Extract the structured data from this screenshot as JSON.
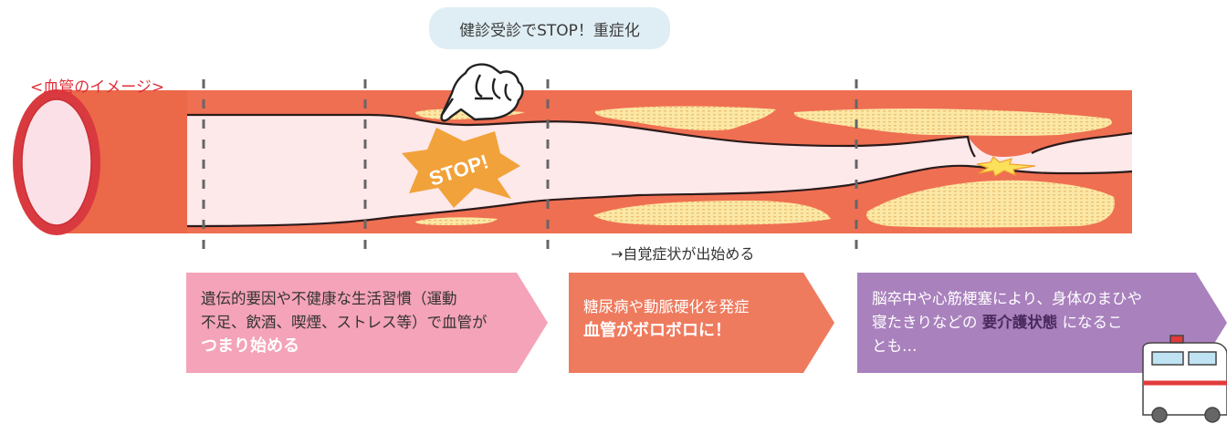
{
  "bubble_text": "健診受診でSTOP！重症化",
  "vessel_label": "<血管のイメージ>",
  "stop_text": "STOP!",
  "progress_caption": "→自覚症状が出始める",
  "stages": [
    {
      "line1": "遺伝的要因や不健康な生活習慣（運動",
      "line2": "不足、飲酒、喫煙、ストレス等）で血管が",
      "emphasis": "つまり始める",
      "color": "#f4a3b8"
    },
    {
      "line1": "糖尿病や動脈硬化を発症",
      "emphasis": "血管がボロボロに！",
      "color": "#ef7b5e"
    },
    {
      "line1": "脳卒中や心筋梗塞により、身体のまひや",
      "line2_before": "寝たきりなどの ",
      "emphasis": "要介護状態",
      "line2_after": " になるこ",
      "line3": "とも…",
      "color": "#a981bd"
    }
  ],
  "colors": {
    "vessel_wall": "#ef6f52",
    "vessel_lumen": "#fde8ea",
    "plaque": "#fbe8a6",
    "rim": "#d93a3f",
    "stop_burst": "#f2a23a",
    "divider": "#666666"
  }
}
